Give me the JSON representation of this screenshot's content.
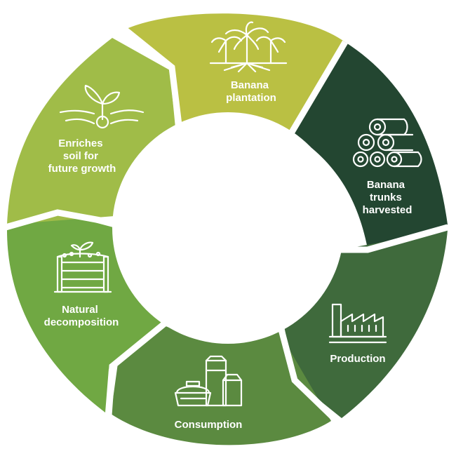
{
  "diagram": {
    "segments": [
      {
        "id": "plantation",
        "lines": [
          "Banana",
          "plantation"
        ],
        "color": "#bac043",
        "icon": "banana-trees-icon"
      },
      {
        "id": "harvest",
        "lines": [
          "Banana",
          "trunks",
          "harvested"
        ],
        "color": "#234631",
        "icon": "log-pile-icon"
      },
      {
        "id": "production",
        "lines": [
          "Production"
        ],
        "color": "#3f6a3c",
        "icon": "factory-icon"
      },
      {
        "id": "consumption",
        "lines": [
          "Consumption"
        ],
        "color": "#5b8a40",
        "icon": "food-packaging-icon"
      },
      {
        "id": "decomposition",
        "lines": [
          "Natural",
          "decomposition"
        ],
        "color": "#70a843",
        "icon": "compost-bin-icon"
      },
      {
        "id": "enrich",
        "lines": [
          "Enriches",
          "soil for",
          "future growth"
        ],
        "color": "#a0bc48",
        "icon": "sprout-icon"
      }
    ]
  }
}
